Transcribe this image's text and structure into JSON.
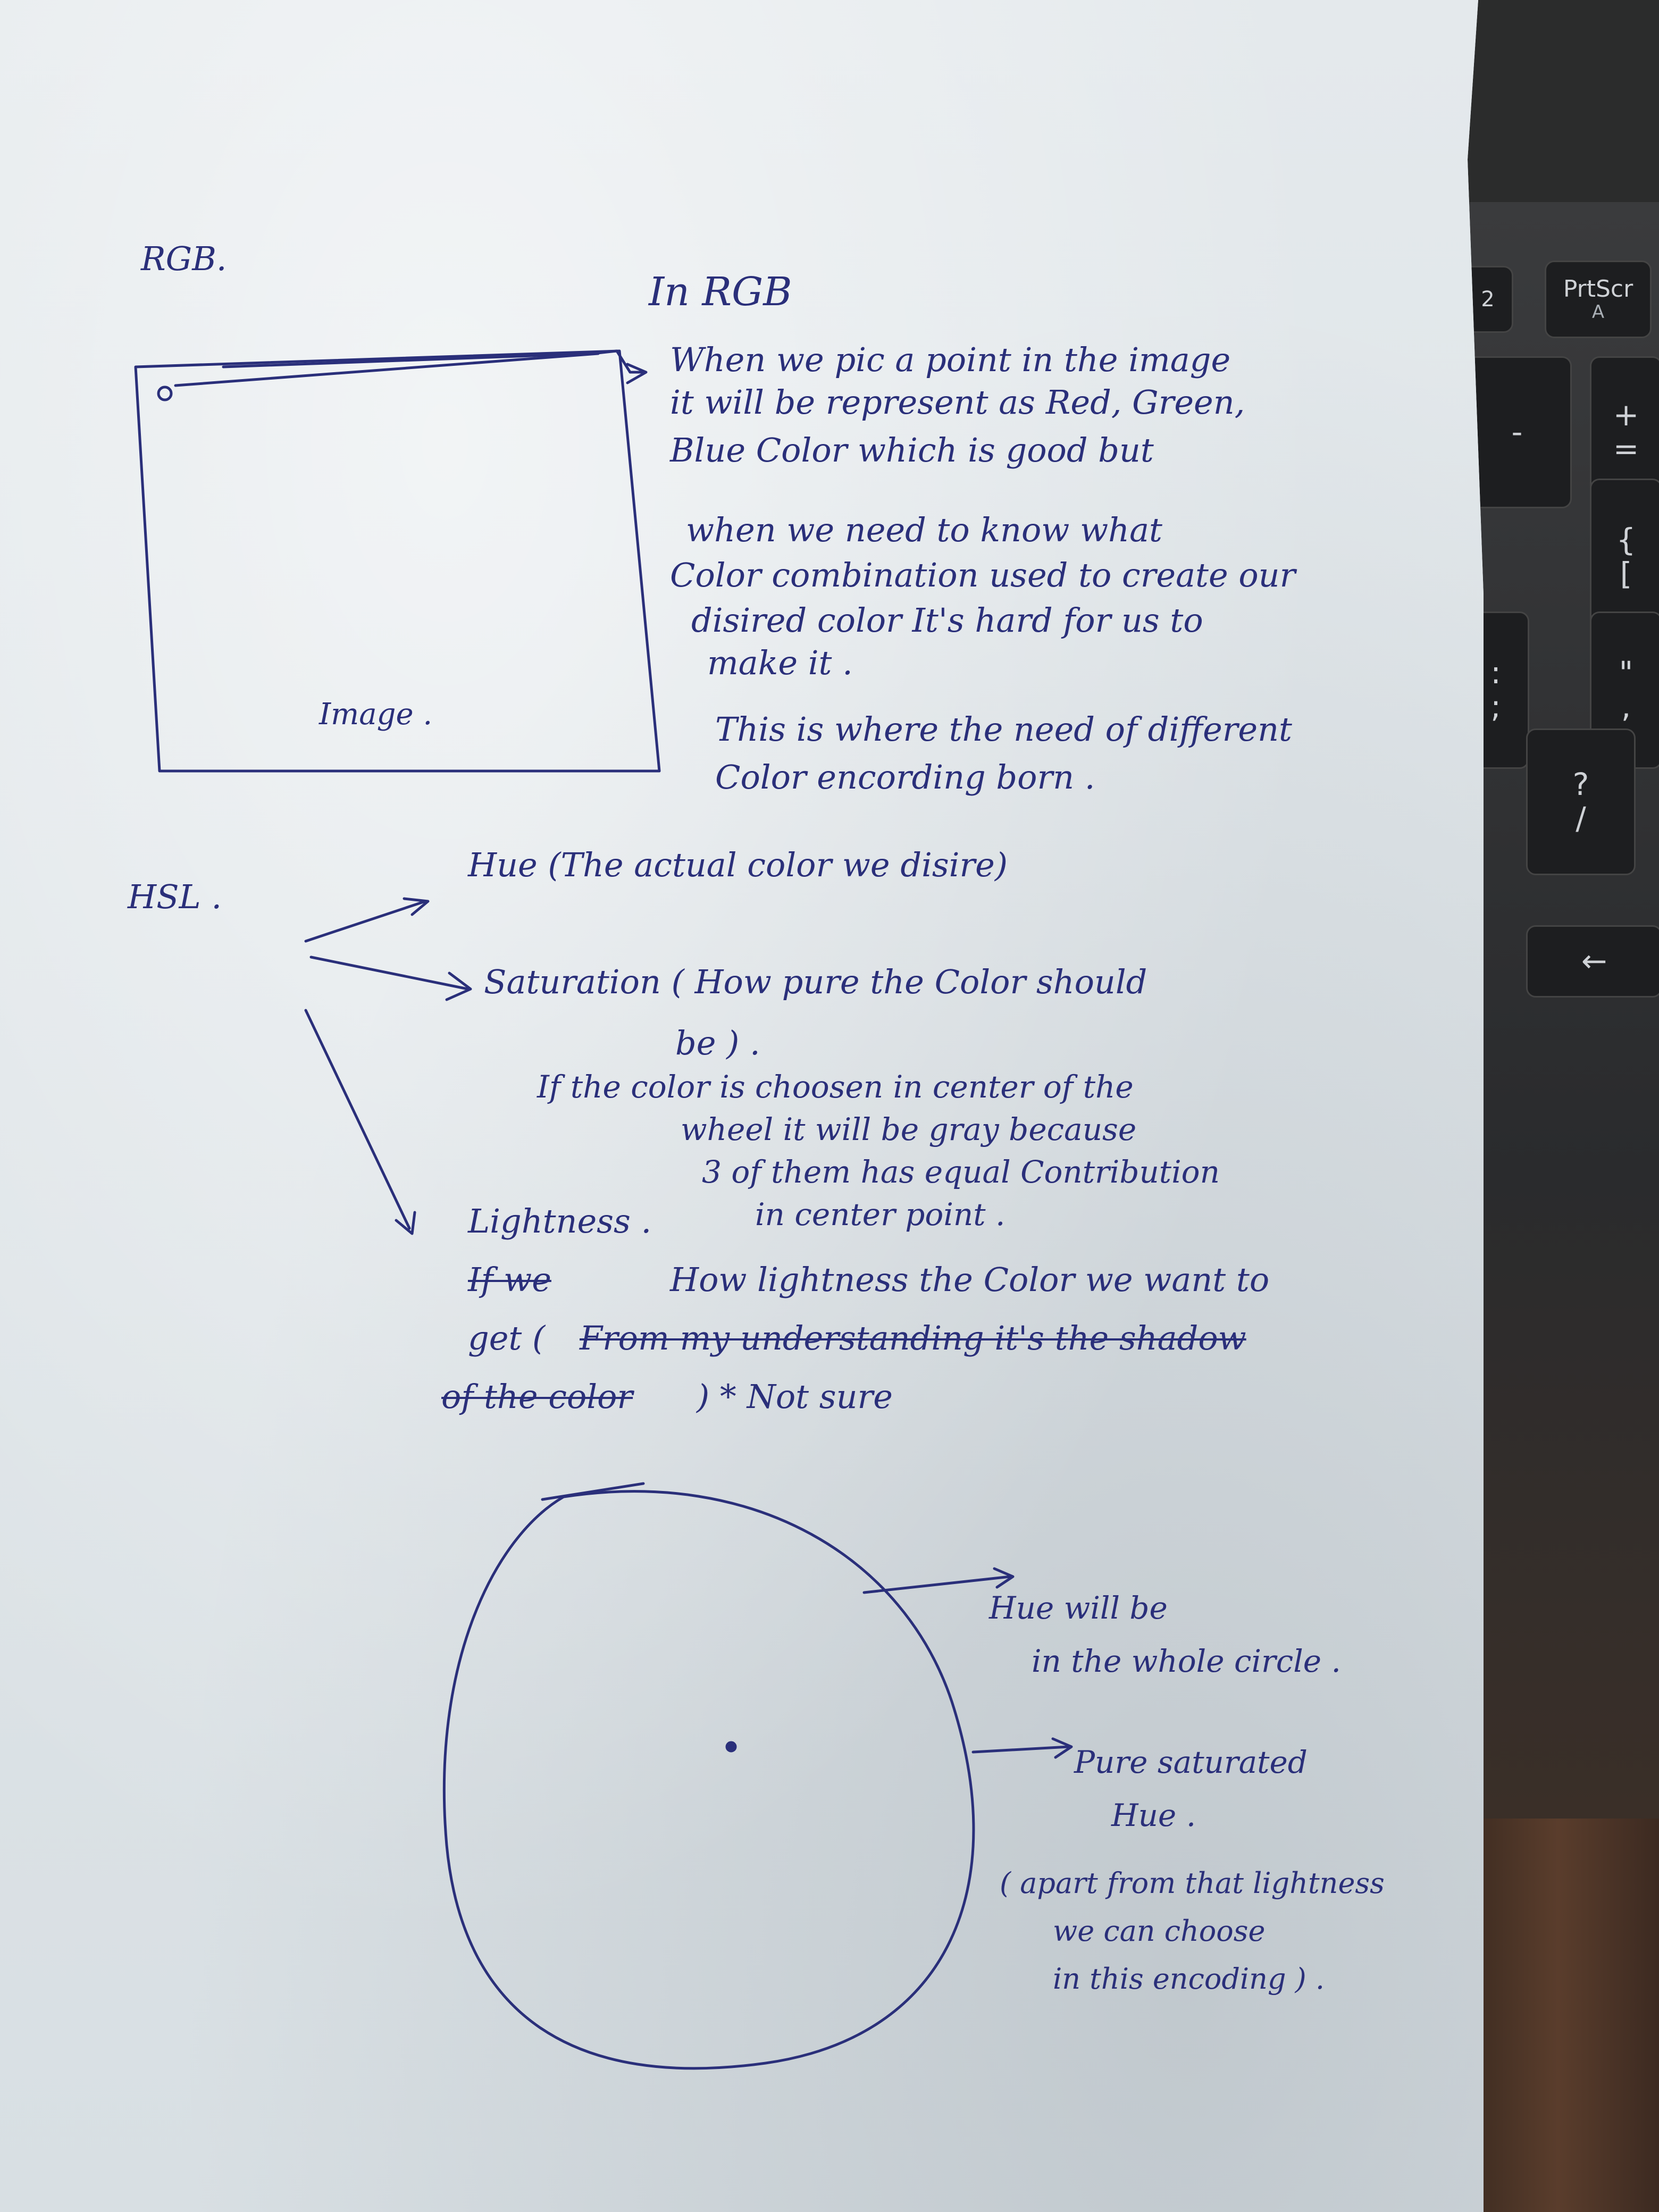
{
  "keyboard": {
    "prtscr_label": "PrtScr",
    "prtscr_sub": "A",
    "minus_label": "-",
    "plus_label": "+",
    "equals_label": "=",
    "brace_open": "{",
    "bracket_open": "[",
    "quote_label": "\"",
    "apos_label": ",",
    "colon_label": ":",
    "semicolon_label": ";",
    "question_label": "?",
    "slash_label": "/",
    "backspace_label": "←",
    "fkey_number": "2"
  },
  "notes": {
    "rgb_heading": "RGB.",
    "in_rgb_heading": "In RGB",
    "rgb_lines": [
      "When we pic a point in the image",
      "it will be represent as Red, Green,",
      "Blue Color which is good but",
      "when we need to know what",
      "Color combination used to create our",
      "disired color It's hard for us to",
      "make it ."
    ],
    "rgb_lines_2": [
      "This is where the need of different",
      "Color encording born ."
    ],
    "image_label": "Image .",
    "hsl_heading": "HSL .",
    "hue_line": "Hue (The actual color we disire)",
    "saturation_line": "Saturation ( How pure the Color should",
    "saturation_line_2": "be ) .",
    "saturation_lines": [
      "If the color is choosen in center of the",
      "wheel it will be gray because",
      "3 of them has equal Contribution",
      "in center point ."
    ],
    "lightness_heading": "Lightness .",
    "lightness_line_1_struck": "If we",
    "lightness_line_1": "How lightness the Color we want to",
    "lightness_line_2_start": "get (",
    "lightness_line_2_struck": "From my understanding it's the shadow",
    "lightness_line_3_struck": "of the color",
    "lightness_line_3_end": ") * Not sure",
    "circle_labels": {
      "hue": [
        "Hue will be",
        "in the whole circle ."
      ],
      "pure": [
        "Pure saturated",
        "Hue ."
      ],
      "question": [
        "( apart from that lightness",
        "we can choose",
        "in this encoding ) ."
      ]
    }
  }
}
